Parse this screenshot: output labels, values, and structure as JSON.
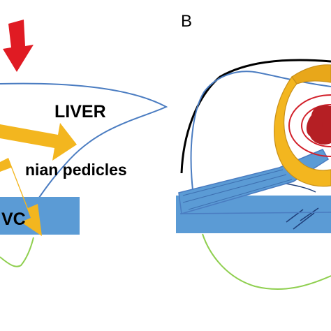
{
  "panel_b": {
    "label": "B"
  },
  "panel_a": {
    "liver_label": "LIVER",
    "pedicles_label": "nian pedicles",
    "ivc_label": "VC"
  },
  "colors": {
    "arrow_red": "#e01b23",
    "yellow": "#f3b61f",
    "yellow_dark": "#c8901a",
    "blue_fill": "#5b9bd5",
    "blue_line": "#4a7cc1",
    "green": "#8fcf4f",
    "tumor": "#b51f24",
    "tumor_ring": "#d2202a",
    "black": "#000000"
  }
}
